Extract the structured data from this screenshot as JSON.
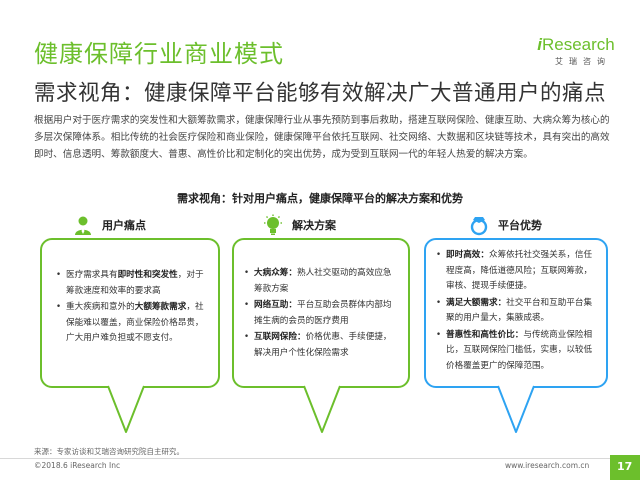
{
  "header": {
    "title": "健康保障行业商业模式",
    "logo_text_i": "i",
    "logo_text_rest": "Research",
    "logo_sub": "艾瑞咨询"
  },
  "subtitle": "需求视角：健康保障平台能够有效解决广大普通用户的痛点",
  "intro": "根据用户对于医疗需求的突发性和大额筹款需求，健康保障行业从事先预防到事后救助，搭建互联网保险、健康互助、大病众筹为核心的多层次保障体系。相比传统的社会医疗保险和商业保险，健康保障平台依托互联网、社交网络、大数据和区块链等技术，具有突出的高效即时、信息透明、筹款额度大、普惠、高性价比和定制化的突出优势，成为受到互联网一代的年轻人热爱的解决方案。",
  "section_heading": "需求视角：针对用户痛点，健康保障平台的解决方案和优势",
  "columns": [
    {
      "label": "用户痛点",
      "icon": "user-icon",
      "color": "#6cbf2c",
      "items": [
        {
          "pre": "医疗需求具有",
          "bold": "即时性和突发性",
          "post": "，对于筹款速度和效率的要求高"
        },
        {
          "pre": "重大疾病和意外的",
          "bold": "大额筹款需求",
          "post": "，社保能难以覆盖，商业保险价格昂贵，广大用户难负担或不愿支付。"
        }
      ]
    },
    {
      "label": "解决方案",
      "icon": "lightbulb-icon",
      "color": "#6cbf2c",
      "items": [
        {
          "pre": "",
          "bold": "大病众筹：",
          "post": "熟人社交驱动的高效应急筹款方案"
        },
        {
          "pre": "",
          "bold": "网络互助：",
          "post": "平台互助会员群体内部均摊生病的会员的医疗费用"
        },
        {
          "pre": "",
          "bold": "互联网保险：",
          "post": "价格优惠、手续便捷，解决用户个性化保险需求"
        }
      ]
    },
    {
      "label": "平台优势",
      "icon": "ring-icon",
      "color": "#2ea3f2",
      "items": [
        {
          "pre": "",
          "bold": "即时高效：",
          "post": "众筹依托社交强关系，信任程度高，降低道德风险；互联网筹款，审核、提现手续便捷。"
        },
        {
          "pre": "",
          "bold": "满足大额需求：",
          "post": "社交平台和互助平台集聚的用户量大，集腋成裘。"
        },
        {
          "pre": "",
          "bold": "普惠性和高性价比：",
          "post": "与传统商业保险相比，互联网保险门槛低，实惠，以较低价格覆盖更广的保障范围。"
        }
      ]
    }
  ],
  "footer": {
    "source": "来源：专家访谈和艾瑞咨询研究院自主研究。",
    "copyright": "©2018.6 iResearch Inc",
    "site": "www.iresearch.com.cn",
    "page": "17"
  },
  "colors": {
    "brand_green": "#6cbf2c",
    "accent_blue": "#2ea3f2"
  }
}
